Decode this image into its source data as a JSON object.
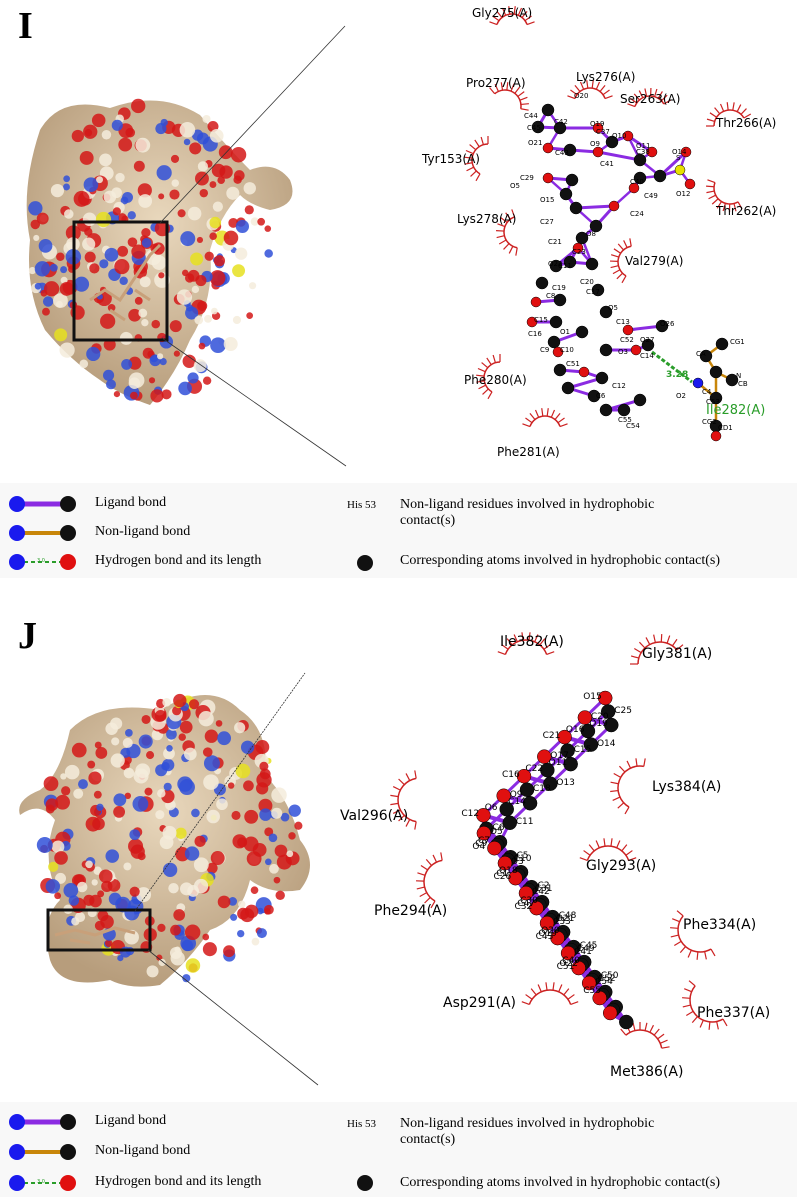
{
  "panels": [
    {
      "letter": "I",
      "residues": [
        "Gly275(A)",
        "Pro277(A)",
        "Lys276(A)",
        "Ser263(A)",
        "Thr266(A)",
        "Tyr153(A)",
        "Lys278(A)",
        "Thr262(A)",
        "Val279(A)",
        "Phe280(A)",
        "Phe281(A)"
      ],
      "hbond_residue": "Ile282(A)",
      "hbond_length": "3.28",
      "atoms": [
        "O20",
        "C44",
        "C45",
        "C42",
        "O19",
        "C37",
        "O10",
        "O11",
        "O21",
        "C43",
        "O9",
        "C38",
        "O14",
        "C41",
        "S",
        "O5",
        "C29",
        "C40",
        "C49",
        "O12",
        "O15",
        "C27",
        "C24",
        "O8",
        "C21",
        "C23",
        "O22",
        "C11",
        "C20",
        "C19",
        "C8",
        "C17",
        "O5",
        "C16",
        "C15",
        "O1",
        "C13",
        "O26",
        "C52",
        "C9",
        "C10",
        "O3",
        "C14",
        "O27",
        "C51",
        "C12",
        "O2",
        "C55",
        "C6",
        "C54",
        "C4",
        "C53",
        "N",
        "CA",
        "CB",
        "CG1",
        "CG2",
        "CD1",
        "C",
        "O"
      ]
    },
    {
      "letter": "J",
      "residues": [
        "Ile382(A)",
        "Gly381(A)",
        "Val296(A)",
        "Lys384(A)",
        "Gly293(A)",
        "Phe294(A)",
        "Phe334(A)",
        "Asp291(A)",
        "Phe337(A)",
        "Met386(A)"
      ],
      "atoms": [
        "O15",
        "C25",
        "O19",
        "C20",
        "O16",
        "O14",
        "C21",
        "C15",
        "O11",
        "O17",
        "C22",
        "O13",
        "C16",
        "C18",
        "C14",
        "O9",
        "O6",
        "C11",
        "C12",
        "C6",
        "C7",
        "O5",
        "C9",
        "C5",
        "O4",
        "C10",
        "O18",
        "O3",
        "C1",
        "C2",
        "C26",
        "C31",
        "C30",
        "C42",
        "C47",
        "C48",
        "C32",
        "O21",
        "O20",
        "C33",
        "O19",
        "C45",
        "C43",
        "C49",
        "C40",
        "C41",
        "O22",
        "C50",
        "C51",
        "C52",
        "C55",
        "C54"
      ]
    }
  ],
  "legend": {
    "ligand_bond": "Ligand bond",
    "nonligand_bond": "Non-ligand bond",
    "hbond": "Hydrogen bond and its length",
    "hbond_sample": "3.0",
    "his_label": "His 53",
    "nonligand_residues": "Non-ligand residues involved in hydrophobic contact(s)",
    "corr_atoms": "Corresponding atoms involved in hydrophobic contact(s)"
  },
  "colors": {
    "ligand": "#8b2be2",
    "nonligand": "#c8860a",
    "hbond": "#2a9d2a",
    "oxygen": "#e01010",
    "carbon": "#111111",
    "nitrogen": "#1a1aee",
    "sulfur": "#e8e000",
    "residue_arc": "#cc2222"
  }
}
